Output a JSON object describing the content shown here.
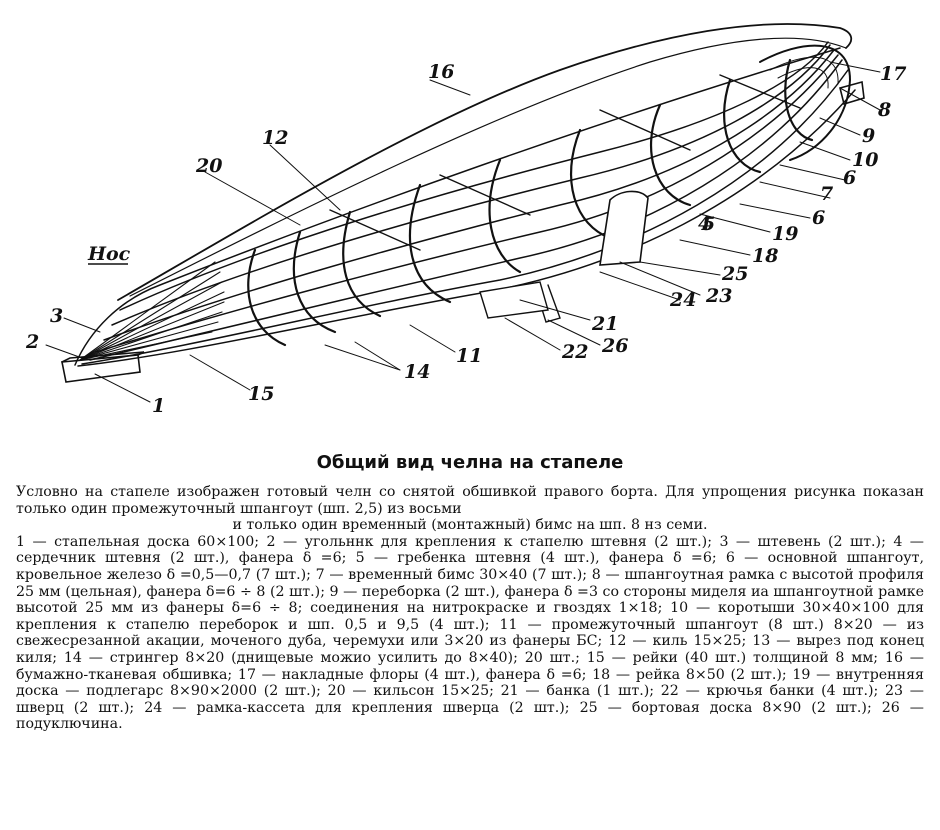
{
  "figure": {
    "bow_label": "Нос",
    "callouts": [
      "1",
      "2",
      "3",
      "4",
      "5",
      "6",
      "7",
      "8",
      "9",
      "10",
      "11",
      "12",
      "14",
      "15",
      "16",
      "17",
      "18",
      "19",
      "20",
      "21",
      "22",
      "23",
      "24",
      "25",
      "26"
    ]
  },
  "caption": {
    "title": "Общий вид челна на стапеле",
    "intro": "Условно на стапеле изображен готовый челн со снятой обшивкой правого борта. Для упрощения рисунка показан только один промежуточный шпангоут (шп. 2,5) из восьми",
    "intro_2": "и только один временный (монтажный) бимс на шп. 8 нз семи.",
    "legend": "1 — стапельная доска 60×100; 2 — угольннк для крепления к стапелю штевня (2 шт.); 3 — штевень (2 шт.); 4 — сердечник штевня (2 шт.), фанера δ =6; 5 — гребенка штевня (4 шт.), фанера δ =6; 6 — основной шпангоут, кровельное железо δ =0,5—0,7 (7 шт.); 7 — временный бимс 30×40 (7 шт.); 8 — шпангоутная рамка с высотой профиля 25 мм (цельная), фанера δ=6 ÷ 8 (2 шт.); 9 — переборка (2 шт.), фанера δ =3 со стороны миделя иа шпангоутной рамке высотой 25 мм из фанеры δ=6 ÷ 8; соединения на нитрокраске и гвоздях 1×18; 10 — коротыши 30×40×100 для крепления к стапелю переборок и шп. 0,5 и 9,5 (4 шт.); 11 — промежуточный шпангоут (8 шт.) 8×20 — из свежесрезанной акации, моченого дуба, черемухи или 3×20 из фанеры БС; 12 — киль 15×25; 13 — вырез под конец киля; 14 — стрингер 8×20 (днищевые можио усилить до 8×40); 20 шт.; 15 — рейки (40 шт.) толщиной 8 мм; 16 — бумажно-тканевая обшивка; 17 — накладные флоры (4 шт.), фанера δ =6; 18 — рейка 8×50 (2 шт.); 19 — внутренняя доска — подлегарс 8×90×2000 (2 шт.); 20 — кильсон 15×25; 21 — банка (1 шт.); 22 — крючья банки (4 шт.); 23 — шверц (2 шт.); 24 — рамка-кассета для крепления шверца (2 шт.); 25 — бортовая доска 8×90 (2 шт.); 26 — подуключина."
  }
}
